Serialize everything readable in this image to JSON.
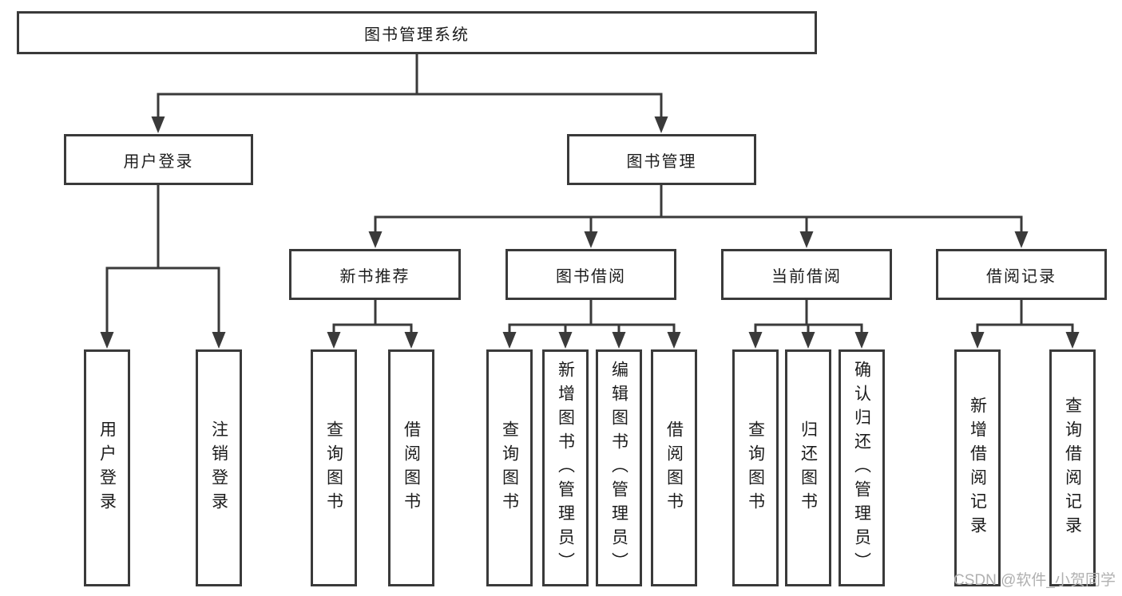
{
  "watermark": "CSDN @软件_小贺同学",
  "colors": {
    "line": "#3a3a3a",
    "text": "#1c1c1c",
    "watermark": "#b0b0b0",
    "background": "#ffffff"
  },
  "tree": {
    "root": {
      "label": "图书管理系统"
    },
    "branches": [
      {
        "label": "用户登录",
        "children": [
          {
            "label": "用户登录"
          },
          {
            "label": "注销登录"
          }
        ]
      },
      {
        "label": "图书管理",
        "sections": [
          {
            "label": "新书推荐",
            "children": [
              {
                "label": "查询图书"
              },
              {
                "label": "借阅图书"
              }
            ]
          },
          {
            "label": "图书借阅",
            "children": [
              {
                "label": "查询图书"
              },
              {
                "label": "新增图书（管理员）"
              },
              {
                "label": "编辑图书（管理员）"
              },
              {
                "label": "借阅图书"
              }
            ]
          },
          {
            "label": "当前借阅",
            "children": [
              {
                "label": "查询图书"
              },
              {
                "label": "归还图书"
              },
              {
                "label": "确认归还（管理员）"
              }
            ]
          },
          {
            "label": "借阅记录",
            "children": [
              {
                "label": "新增借阅记录"
              },
              {
                "label": "查询借阅记录"
              }
            ]
          }
        ]
      }
    ]
  }
}
